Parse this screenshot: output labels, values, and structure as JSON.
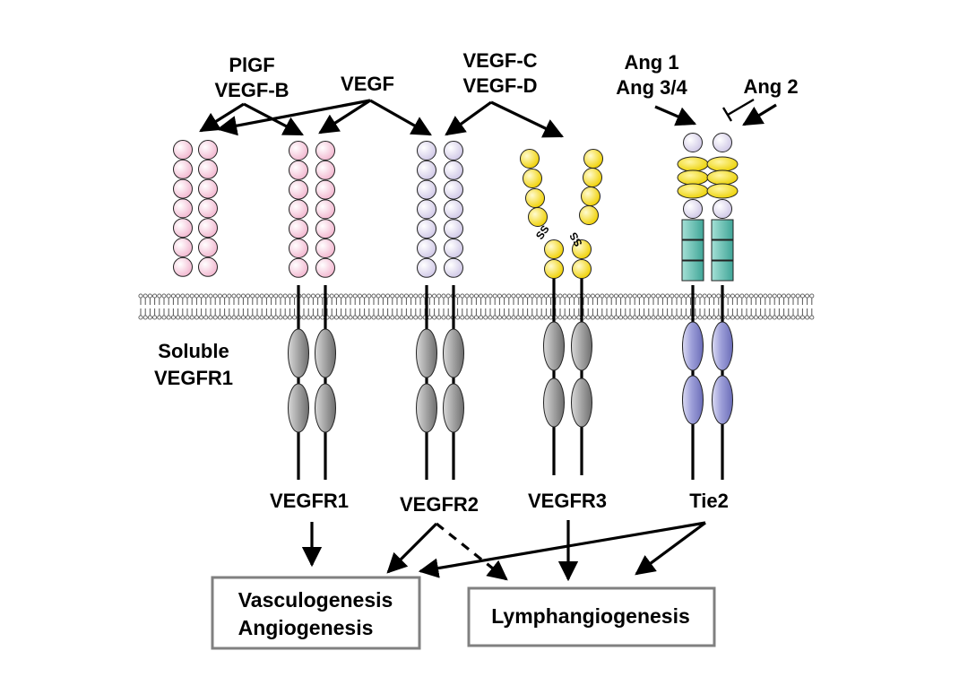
{
  "ligands": {
    "plgf": "PlGF",
    "vegf_b": "VEGF-B",
    "vegf": "VEGF",
    "vegf_c": "VEGF-C",
    "vegf_d": "VEGF-D",
    "ang1": "Ang 1",
    "ang34": "Ang 3/4",
    "ang2": "Ang 2"
  },
  "receptors": {
    "soluble_line1": "Soluble",
    "soluble_line2": "VEGFR1",
    "vegfr1": "VEGFR1",
    "vegfr2": "VEGFR2",
    "vegfr3": "VEGFR3",
    "tie2": "Tie2",
    "disulfide": "SS"
  },
  "outcomes": {
    "vasculo": "Vasculogenesis",
    "angio": "Angiogenesis",
    "lymph": "Lymphangiogenesis"
  },
  "colors": {
    "pink": "#f8d3e3",
    "lavender": "#ddd7ec",
    "yellow": "#f5d800",
    "teal": "#5cc0b3",
    "gray": "#9a9a9a",
    "blue": "#8d8fd3",
    "box_border": "#808080"
  }
}
